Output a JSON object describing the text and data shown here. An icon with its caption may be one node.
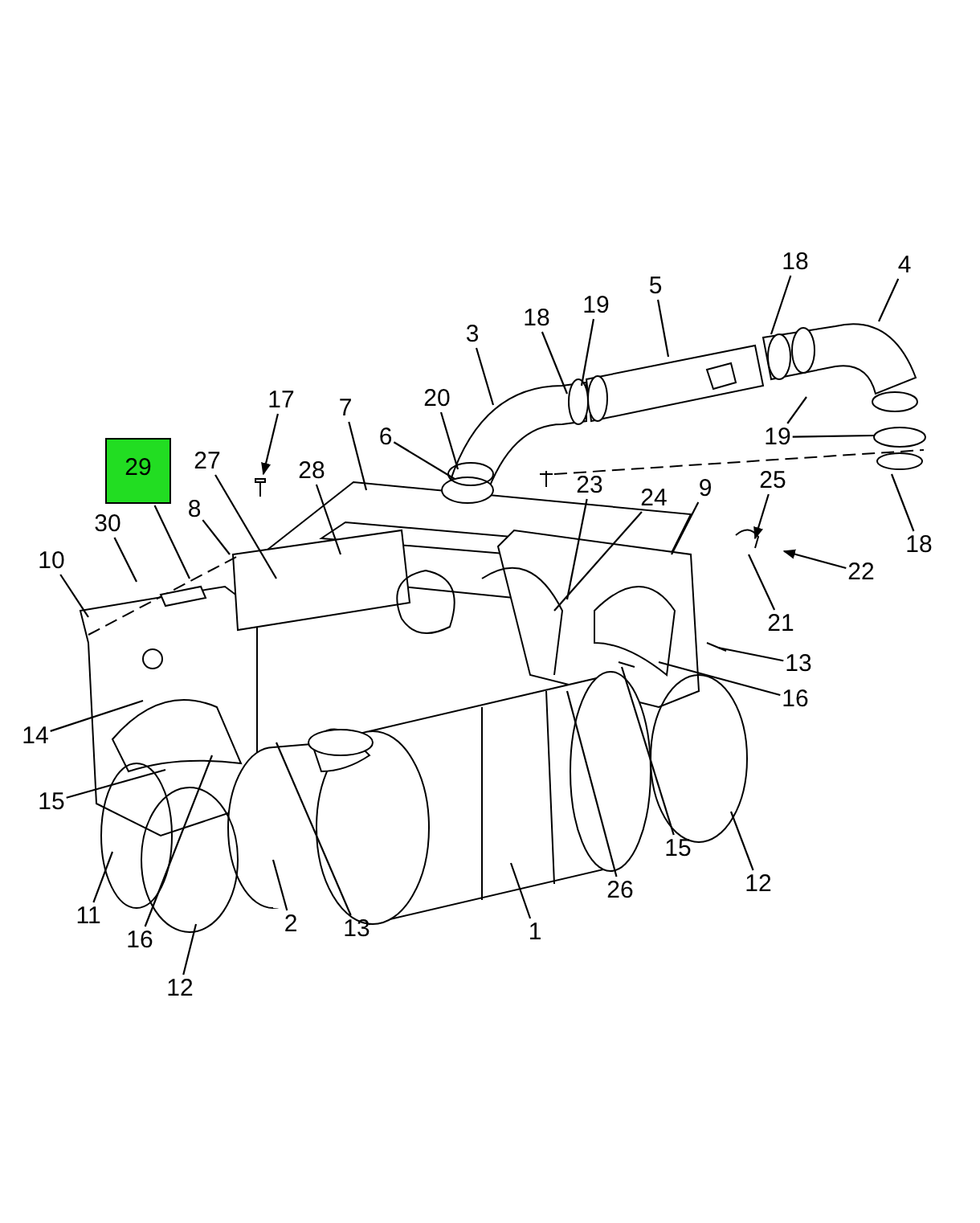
{
  "diagram": {
    "nodes": [
      {
        "text": [
          "18"
        ]
      },
      {
        "text": [
          "4"
        ]
      },
      {
        "text": [
          "5"
        ]
      },
      {
        "text": [
          "19"
        ]
      },
      {
        "text": [
          "18"
        ]
      },
      {
        "text": [
          "3"
        ]
      },
      {
        "text": [
          "20"
        ]
      },
      {
        "text": [
          "17"
        ]
      },
      {
        "text": [
          "7"
        ]
      },
      {
        "text": [
          "19"
        ]
      },
      {
        "text": [
          "6"
        ]
      },
      {
        "text": [
          "29"
        ]
      },
      {
        "text": [
          "27"
        ]
      },
      {
        "text": [
          "28"
        ]
      },
      {
        "text": [
          "25"
        ]
      },
      {
        "text": [
          "23"
        ]
      },
      {
        "text": [
          "9"
        ]
      },
      {
        "text": [
          "24"
        ]
      },
      {
        "text": [
          "8"
        ]
      },
      {
        "text": [
          "30"
        ]
      },
      {
        "text": [
          "18"
        ]
      },
      {
        "text": [
          "10"
        ]
      },
      {
        "text": [
          "22"
        ]
      },
      {
        "text": [
          "21"
        ]
      },
      {
        "text": [
          "13"
        ]
      },
      {
        "text": [
          "16"
        ]
      },
      {
        "text": [
          "14"
        ]
      },
      {
        "text": [
          "15"
        ]
      },
      {
        "text": [
          "15"
        ]
      },
      {
        "text": [
          "12"
        ]
      },
      {
        "text": [
          "26"
        ]
      },
      {
        "text": [
          "11"
        ]
      },
      {
        "text": [
          "2"
        ]
      },
      {
        "text": [
          "13"
        ]
      },
      {
        "text": [
          "1"
        ]
      },
      {
        "text": [
          "16"
        ]
      },
      {
        "text": [
          "12"
        ]
      },
      {
        "text": [],
        "shape": "picture"
      }
    ],
    "edges": [
      {
        "from": 0,
        "to": null,
        "arrow": "none"
      },
      {
        "from": 1,
        "to": null,
        "arrow": "none"
      },
      {
        "from": 2,
        "to": null,
        "arrow": "none"
      },
      {
        "from": 3,
        "to": null,
        "arrow": "none"
      },
      {
        "from": 4,
        "to": null,
        "arrow": "none"
      },
      {
        "from": 5,
        "to": null,
        "arrow": "none"
      },
      {
        "from": 6,
        "to": null,
        "arrow": "none"
      },
      {
        "from": 7,
        "to": 37,
        "arrow": "to"
      },
      {
        "from": 8,
        "to": null,
        "arrow": "none"
      },
      {
        "from": 9,
        "to": null,
        "arrow": "none"
      },
      {
        "from": 9,
        "to": null,
        "arrow": "none"
      },
      {
        "from": 10,
        "to": null,
        "arrow": "none"
      },
      {
        "from": 11,
        "to": null,
        "arrow": "none"
      },
      {
        "from": 12,
        "to": null,
        "arrow": "none"
      },
      {
        "from": 13,
        "to": null,
        "arrow": "none"
      },
      {
        "from": 14,
        "to": null,
        "arrow": "to"
      },
      {
        "from": 15,
        "to": null,
        "arrow": "none"
      },
      {
        "from": 16,
        "to": null,
        "arrow": "none"
      },
      {
        "from": 17,
        "to": null,
        "arrow": "none"
      },
      {
        "from": 18,
        "to": null,
        "arrow": "none"
      },
      {
        "from": 19,
        "to": null,
        "arrow": "none"
      },
      {
        "from": 20,
        "to": null,
        "arrow": "none"
      },
      {
        "from": 21,
        "to": null,
        "arrow": "none"
      },
      {
        "from": 22,
        "to": null,
        "arrow": "to"
      },
      {
        "from": 23,
        "to": null,
        "arrow": "none"
      },
      {
        "from": 24,
        "to": null,
        "arrow": "none"
      },
      {
        "from": 25,
        "to": null,
        "arrow": "none"
      },
      {
        "from": 26,
        "to": null,
        "arrow": "none"
      },
      {
        "from": 27,
        "to": null,
        "arrow": "none"
      },
      {
        "from": 28,
        "to": null,
        "arrow": "none"
      },
      {
        "from": 29,
        "to": null,
        "arrow": "none"
      },
      {
        "from": 30,
        "to": null,
        "arrow": "none"
      },
      {
        "from": 31,
        "to": null,
        "arrow": "none"
      },
      {
        "from": 32,
        "to": null,
        "arrow": "none"
      },
      {
        "from": 33,
        "to": null,
        "arrow": "none"
      },
      {
        "from": 34,
        "to": null,
        "arrow": "none"
      },
      {
        "from": 35,
        "to": null,
        "arrow": "none"
      },
      {
        "from": 36,
        "to": null,
        "arrow": "none"
      }
    ]
  }
}
